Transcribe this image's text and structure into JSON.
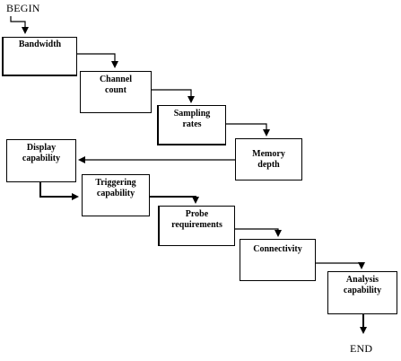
{
  "terminals": {
    "begin": "BEGIN",
    "end": "END"
  },
  "steps": [
    {
      "id": "bandwidth",
      "label": "Bandwidth"
    },
    {
      "id": "channel-count",
      "label": "Channel\ncount"
    },
    {
      "id": "sampling-rates",
      "label": "Sampling\nrates"
    },
    {
      "id": "memory-depth",
      "label": "Memory\ndepth"
    },
    {
      "id": "display-capability",
      "label": "Display\ncapability"
    },
    {
      "id": "triggering-capability",
      "label": "Triggering\ncapability"
    },
    {
      "id": "probe-requirements",
      "label": "Probe\nrequirements"
    },
    {
      "id": "connectivity",
      "label": "Connectivity"
    },
    {
      "id": "analysis-capability",
      "label": "Analysis\ncapability"
    }
  ]
}
